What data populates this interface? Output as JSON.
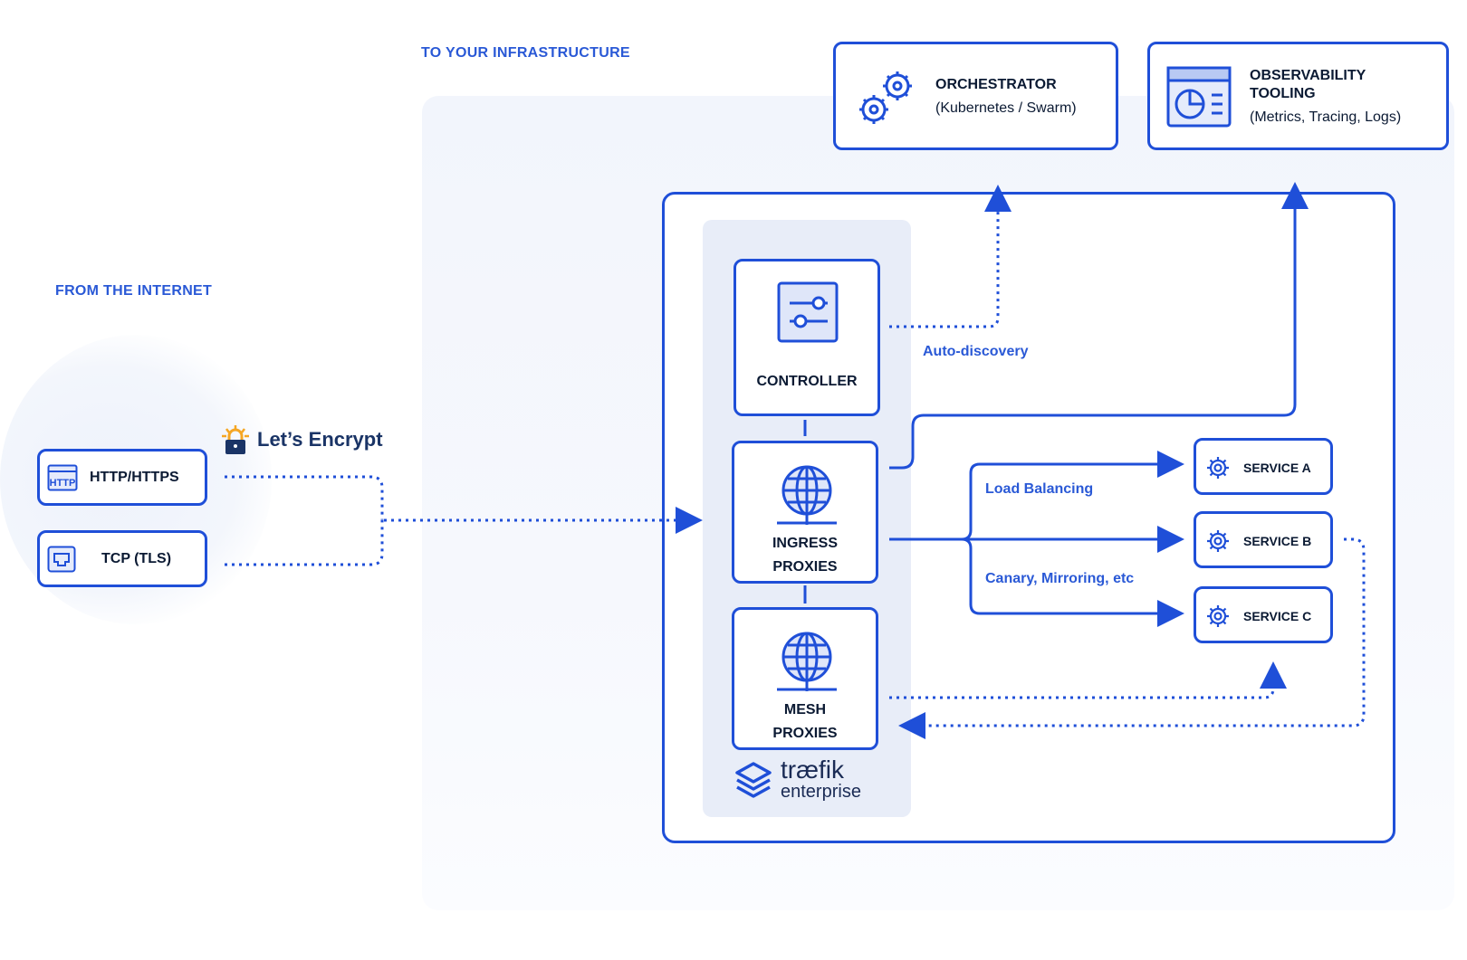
{
  "sections": {
    "to_infra": "TO YOUR INFRASTRUCTURE",
    "from_internet": "FROM THE INTERNET"
  },
  "orchestrator": {
    "title": "ORCHESTRATOR",
    "subtitle": "(Kubernetes / Swarm)"
  },
  "observability": {
    "title_line1": "OBSERVABILITY",
    "title_line2": "TOOLING",
    "subtitle": "(Metrics, Tracing, Logs)"
  },
  "inputs": {
    "http": "HTTP/HTTPS",
    "tcp": "TCP (TLS)",
    "http_icon_text": "HTTP"
  },
  "letsencrypt": "Let’s Encrypt",
  "controller": "CONTROLLER",
  "ingress": {
    "line1": "INGRESS",
    "line2": "PROXIES"
  },
  "mesh": {
    "line1": "MESH",
    "line2": "PROXIES"
  },
  "edges": {
    "auto_discovery": "Auto-discovery",
    "load_balancing": "Load Balancing",
    "canary": "Canary, Mirroring, etc"
  },
  "services": {
    "a": "SERVICE A",
    "b": "SERVICE B",
    "c": "SERVICE C"
  },
  "brand": {
    "name": "træfik",
    "sub": "enterprise"
  },
  "colors": {
    "accent": "#1f4fd8",
    "label": "#2a59d6",
    "column": "#e8edf8"
  }
}
